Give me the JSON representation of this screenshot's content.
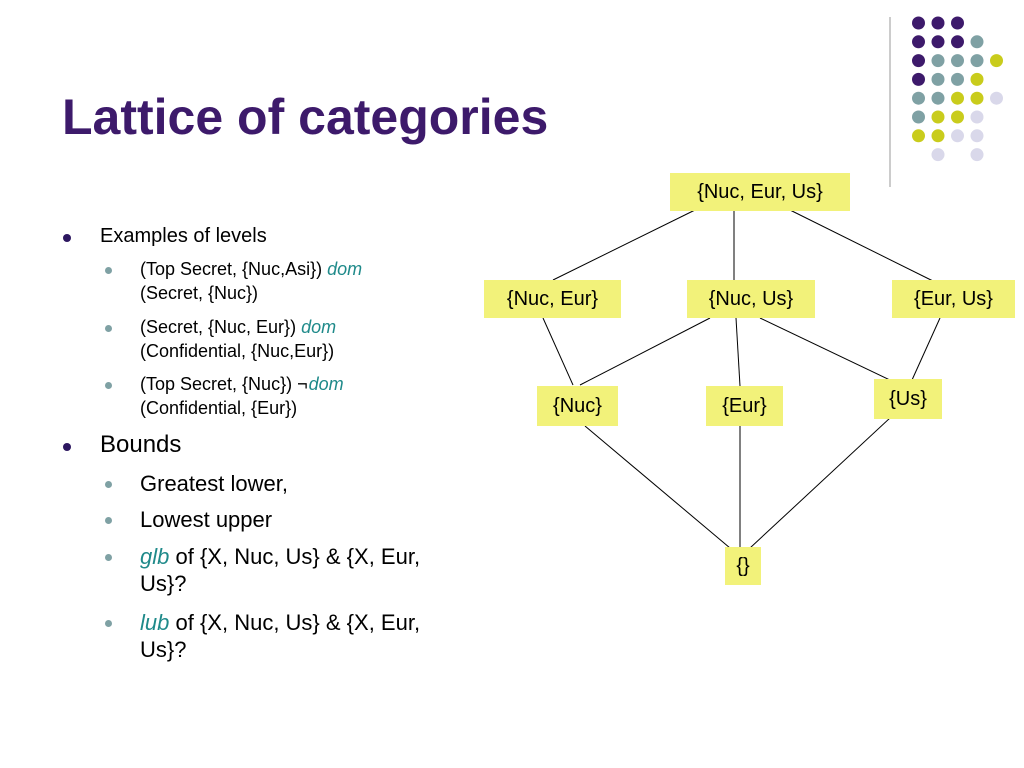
{
  "title": "Lattice of categories",
  "colors": {
    "title": "#3d1a6b",
    "keyword": "#1f8a8a",
    "node_fill": "#f2f27a",
    "dot_purple": "#3d1a6b",
    "dot_teal": "#7fa1a4",
    "dot_yellow": "#c9cc1c",
    "dot_lavender": "#d9d8ea"
  },
  "bullets": {
    "examples": {
      "label": "Examples of levels",
      "items": [
        {
          "pre": "(Top Secret, {Nuc,Asi})",
          "kw": "dom",
          "post": "(Secret, {Nuc})"
        },
        {
          "pre": "(Secret, {Nuc, Eur})",
          "kw": "dom",
          "post": "(Confidential, {Nuc,Eur})"
        },
        {
          "pre": "(Top Secret, {Nuc})",
          "neg": "¬",
          "kw": "dom",
          "post": "(Confidential, {Eur})"
        }
      ]
    },
    "bounds": {
      "label": "Bounds",
      "items": [
        {
          "text": "Greatest lower,"
        },
        {
          "text": "Lowest upper"
        },
        {
          "kw": "glb",
          "rest": "of {X, Nuc, Us} & {X, Eur,",
          "cont": "Us}?"
        },
        {
          "kw": "lub",
          "rest": "of {X, Nuc, Us} & {X, Eur,",
          "cont": "Us}?"
        }
      ]
    }
  },
  "lattice": {
    "nodes": {
      "top": "{Nuc, Eur, Us}",
      "nuc_eur": "{Nuc, Eur}",
      "nuc_us": "{Nuc, Us}",
      "eur_us": "{Eur, Us}",
      "nuc": "{Nuc}",
      "eur": "{Eur}",
      "us": "{Us}",
      "bottom": "{}"
    }
  }
}
